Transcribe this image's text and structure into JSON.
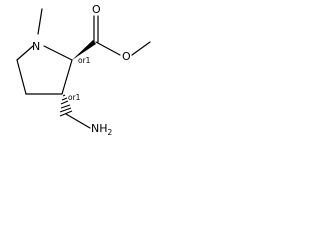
{
  "molecule": {
    "atoms": {
      "n": "N",
      "o_carbonyl": "O",
      "o_ester": "O",
      "nh2_main": "NH",
      "nh2_sub": "2"
    },
    "stereo_labels": {
      "c2": "or1",
      "c3": "or1"
    },
    "colors": {
      "ink": "#000000",
      "background": "#ffffff"
    }
  }
}
